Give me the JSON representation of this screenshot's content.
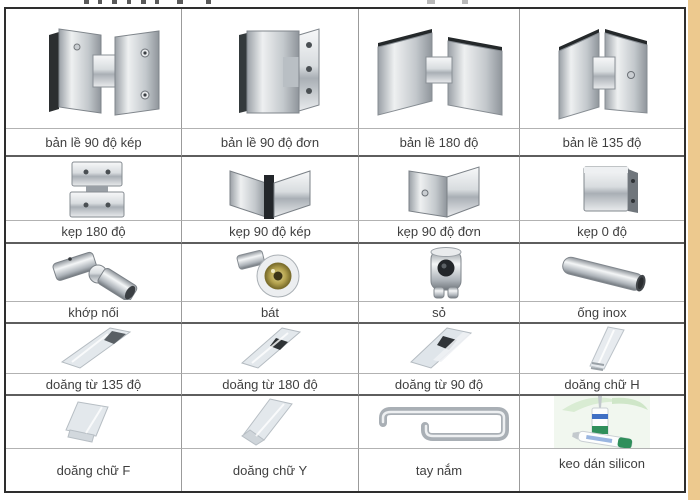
{
  "page": {
    "background": "#ffffff",
    "right_strip_color": "#edc98e",
    "table_border_color": "#2e2e2e",
    "grid_line_color": "#9b9b9b",
    "label_text_color": "#3f3f3f",
    "chrome_color": "#c8cdd2",
    "brass_color": "#b3a14e",
    "glue_green_color": "#2f8f5b"
  },
  "catalog": {
    "rows": [
      {
        "cells": [
          {
            "label": "bản lề 90 độ kép",
            "product": "hinge-90-double"
          },
          {
            "label": "bản lề 90 độ đơn",
            "product": "hinge-90-single"
          },
          {
            "label": "bản lề 180 độ",
            "product": "hinge-180"
          },
          {
            "label": "bản lề 135 độ",
            "product": "hinge-135"
          }
        ]
      },
      {
        "cells": [
          {
            "label": "kẹp 180 độ",
            "product": "clamp-180"
          },
          {
            "label": "kẹp 90 độ kép",
            "product": "clamp-90-double"
          },
          {
            "label": "kẹp 90 độ đơn",
            "product": "clamp-90-single"
          },
          {
            "label": "kẹp 0 độ",
            "product": "clamp-0"
          }
        ]
      },
      {
        "cells": [
          {
            "label": "khớp nối",
            "product": "swivel-connector"
          },
          {
            "label": "bát",
            "product": "flange-mount"
          },
          {
            "label": "sỏ",
            "product": "tube-holder"
          },
          {
            "label": "ống inox",
            "product": "inox-tube"
          }
        ]
      },
      {
        "cells": [
          {
            "label": "doăng từ 135 độ",
            "product": "seal-135"
          },
          {
            "label": "doăng từ 180 độ",
            "product": "seal-180"
          },
          {
            "label": "doăng từ 90 độ",
            "product": "seal-90"
          },
          {
            "label": "doăng chữ H",
            "product": "seal-h"
          }
        ]
      },
      {
        "cells": [
          {
            "label": "doăng chữ F",
            "product": "seal-f"
          },
          {
            "label": "doăng chữ Y",
            "product": "seal-y"
          },
          {
            "label": "tay nắm",
            "product": "handle"
          },
          {
            "label": "keo dán silicon",
            "product": "silicon-glue"
          }
        ]
      }
    ]
  }
}
